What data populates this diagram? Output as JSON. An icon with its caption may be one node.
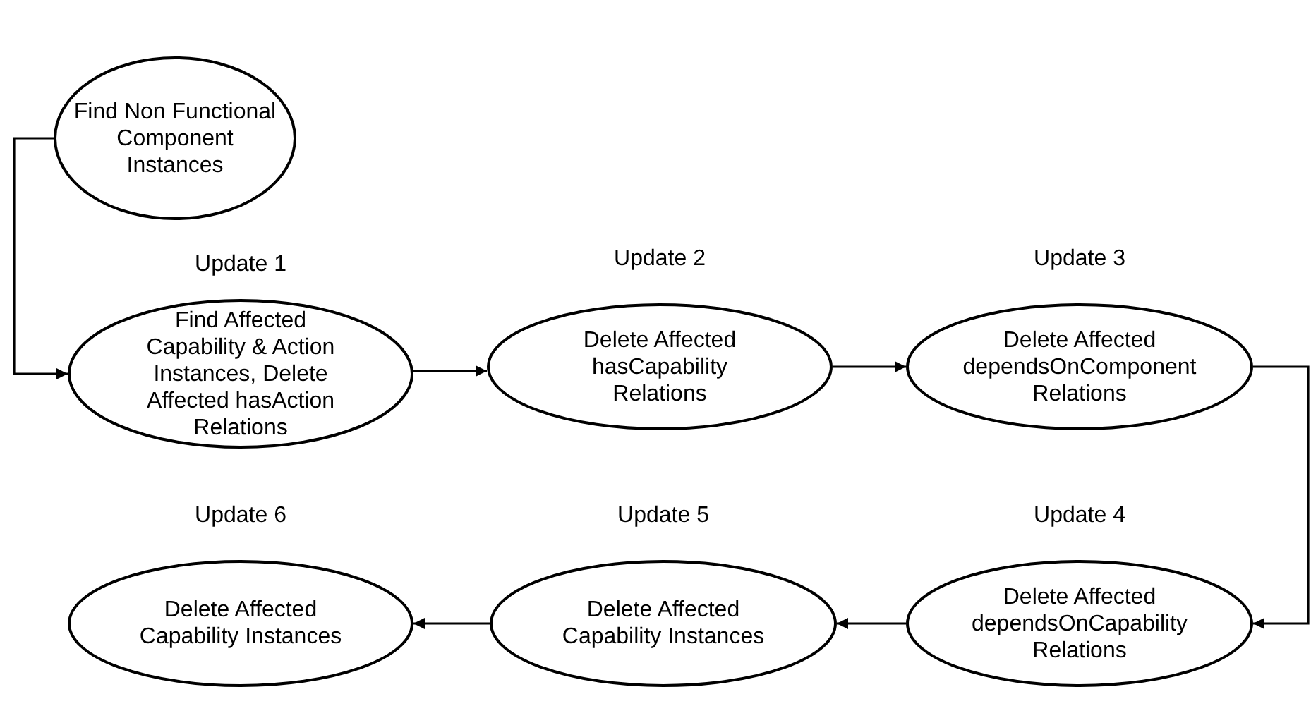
{
  "diagram": {
    "nodes": [
      {
        "text": [
          "Find Non Functional Component Instances"
        ]
      },
      {
        "text": [
          "Find Affected Capability & Action Instances, Delete Affected hasAction Relations"
        ],
        "beside": [
          "Update 1"
        ]
      },
      {
        "text": [
          "Delete Affected hasCapability Relations"
        ],
        "beside": [
          "Update 2"
        ]
      },
      {
        "text": [
          "Delete Affected dependsOnComponent Relations"
        ],
        "beside": [
          "Update 3"
        ]
      },
      {
        "text": [
          "Delete Affected dependsOnCapability Relations"
        ],
        "beside": [
          "Update 4"
        ]
      },
      {
        "text": [
          "Delete Affected Capability Instances"
        ],
        "beside": [
          "Update 5"
        ]
      },
      {
        "text": [
          "Delete Affected Capability Instances"
        ],
        "beside": [
          "Update 6"
        ]
      }
    ],
    "edges": [
      {
        "from": 0,
        "to": 1,
        "arrow": "to"
      },
      {
        "from": 1,
        "to": 2,
        "arrow": "to"
      },
      {
        "from": 2,
        "to": 3,
        "arrow": "to"
      },
      {
        "from": 3,
        "to": 4,
        "arrow": "to"
      },
      {
        "from": 4,
        "to": 5,
        "arrow": "to"
      },
      {
        "from": 5,
        "to": 6,
        "arrow": "to"
      }
    ]
  }
}
